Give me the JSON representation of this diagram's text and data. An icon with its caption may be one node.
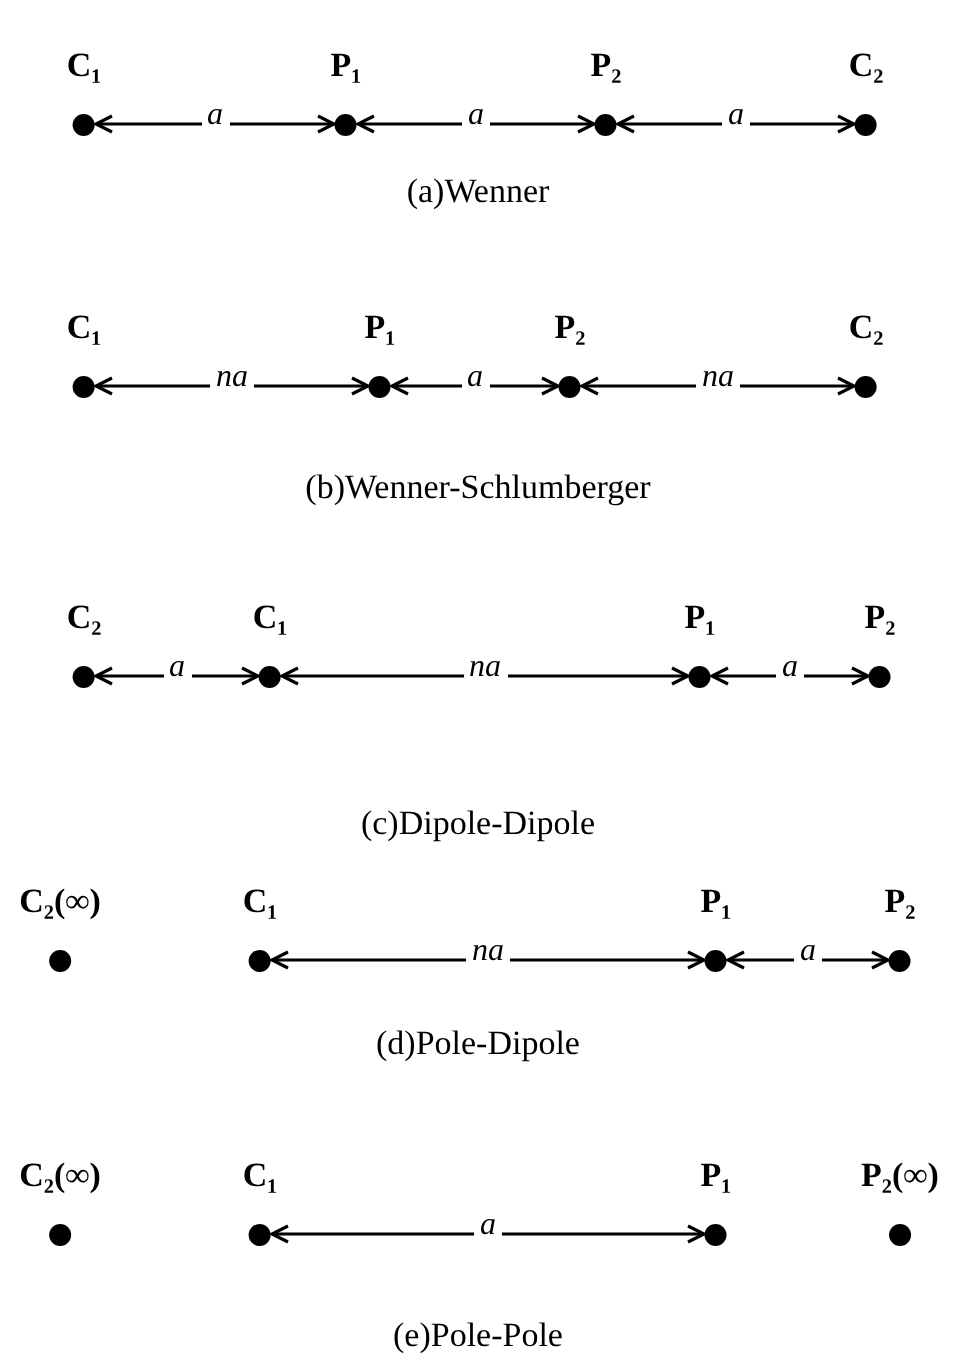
{
  "diagram": {
    "nodes": [
      {
        "text": [
          "C₁"
        ]
      },
      {
        "text": [
          "P₁"
        ]
      },
      {
        "text": [
          "P₂"
        ]
      },
      {
        "text": [
          "C₂"
        ]
      },
      {
        "text": [
          "C₁"
        ]
      },
      {
        "text": [
          "P₁"
        ]
      },
      {
        "text": [
          "P₂"
        ]
      },
      {
        "text": [
          "C₂"
        ]
      },
      {
        "text": [
          "C₂"
        ]
      },
      {
        "text": [
          "C₁"
        ]
      },
      {
        "text": [
          "P₁"
        ]
      },
      {
        "text": [
          "P₂"
        ]
      },
      {
        "text": [
          "C₂(∞)"
        ]
      },
      {
        "text": [
          "C₁"
        ]
      },
      {
        "text": [
          "P₁"
        ]
      },
      {
        "text": [
          "P₂"
        ]
      },
      {
        "text": [
          "C₂(∞)"
        ]
      },
      {
        "text": [
          "C₁"
        ]
      },
      {
        "text": [
          "P₁"
        ]
      },
      {
        "text": [
          "P₂(∞)"
        ]
      }
    ],
    "edges": [
      {
        "from": 0,
        "to": 1,
        "arrow": "both",
        "label": "a"
      },
      {
        "from": 1,
        "to": 2,
        "arrow": "both",
        "label": "a"
      },
      {
        "from": 2,
        "to": 3,
        "arrow": "both",
        "label": "a"
      },
      {
        "from": 4,
        "to": 5,
        "arrow": "both",
        "label": "na"
      },
      {
        "from": 5,
        "to": 6,
        "arrow": "both",
        "label": "a"
      },
      {
        "from": 6,
        "to": 7,
        "arrow": "both",
        "label": "na"
      },
      {
        "from": 8,
        "to": 9,
        "arrow": "both",
        "label": "a"
      },
      {
        "from": 9,
        "to": 10,
        "arrow": "both",
        "label": "na"
      },
      {
        "from": 10,
        "to": 11,
        "arrow": "both",
        "label": "a"
      },
      {
        "from": 13,
        "to": 14,
        "arrow": "both",
        "label": "na"
      },
      {
        "from": 14,
        "to": 15,
        "arrow": "both",
        "label": "a"
      },
      {
        "from": 17,
        "to": 18,
        "arrow": "both",
        "label": "a"
      }
    ],
    "labels": [
      "(a)Wenner",
      "(b)Wenner-Schlumberger",
      "(c)Dipole-Dipole",
      "(d)Pole-Dipole",
      "(e)Pole-Pole"
    ]
  }
}
